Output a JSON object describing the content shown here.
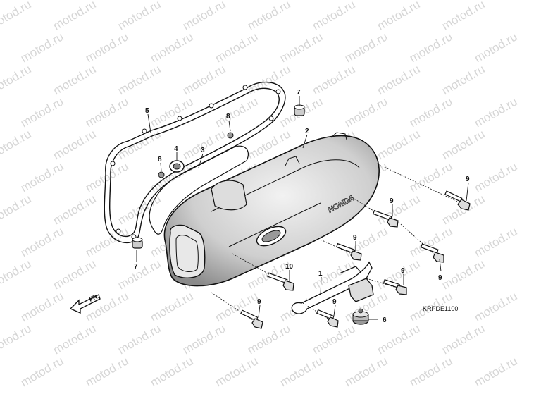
{
  "watermark": "motod.ru",
  "diagram_code": "KRPDE1100",
  "direction_label": "FR.",
  "brand_text": "HONDA",
  "callouts": [
    {
      "id": "c5",
      "label": "5"
    },
    {
      "id": "c8a",
      "label": "8"
    },
    {
      "id": "c4",
      "label": "4"
    },
    {
      "id": "c3",
      "label": "3"
    },
    {
      "id": "c8b",
      "label": "8"
    },
    {
      "id": "c7a",
      "label": "7"
    },
    {
      "id": "c2",
      "label": "2"
    },
    {
      "id": "c9a",
      "label": "9"
    },
    {
      "id": "c9b",
      "label": "9"
    },
    {
      "id": "c9c",
      "label": "9"
    },
    {
      "id": "c9d",
      "label": "9"
    },
    {
      "id": "c7b",
      "label": "7"
    },
    {
      "id": "c10",
      "label": "10"
    },
    {
      "id": "c1",
      "label": "1"
    },
    {
      "id": "c9e",
      "label": "9"
    },
    {
      "id": "c9f",
      "label": "9"
    },
    {
      "id": "c9g",
      "label": "9"
    },
    {
      "id": "c6",
      "label": "6"
    }
  ]
}
